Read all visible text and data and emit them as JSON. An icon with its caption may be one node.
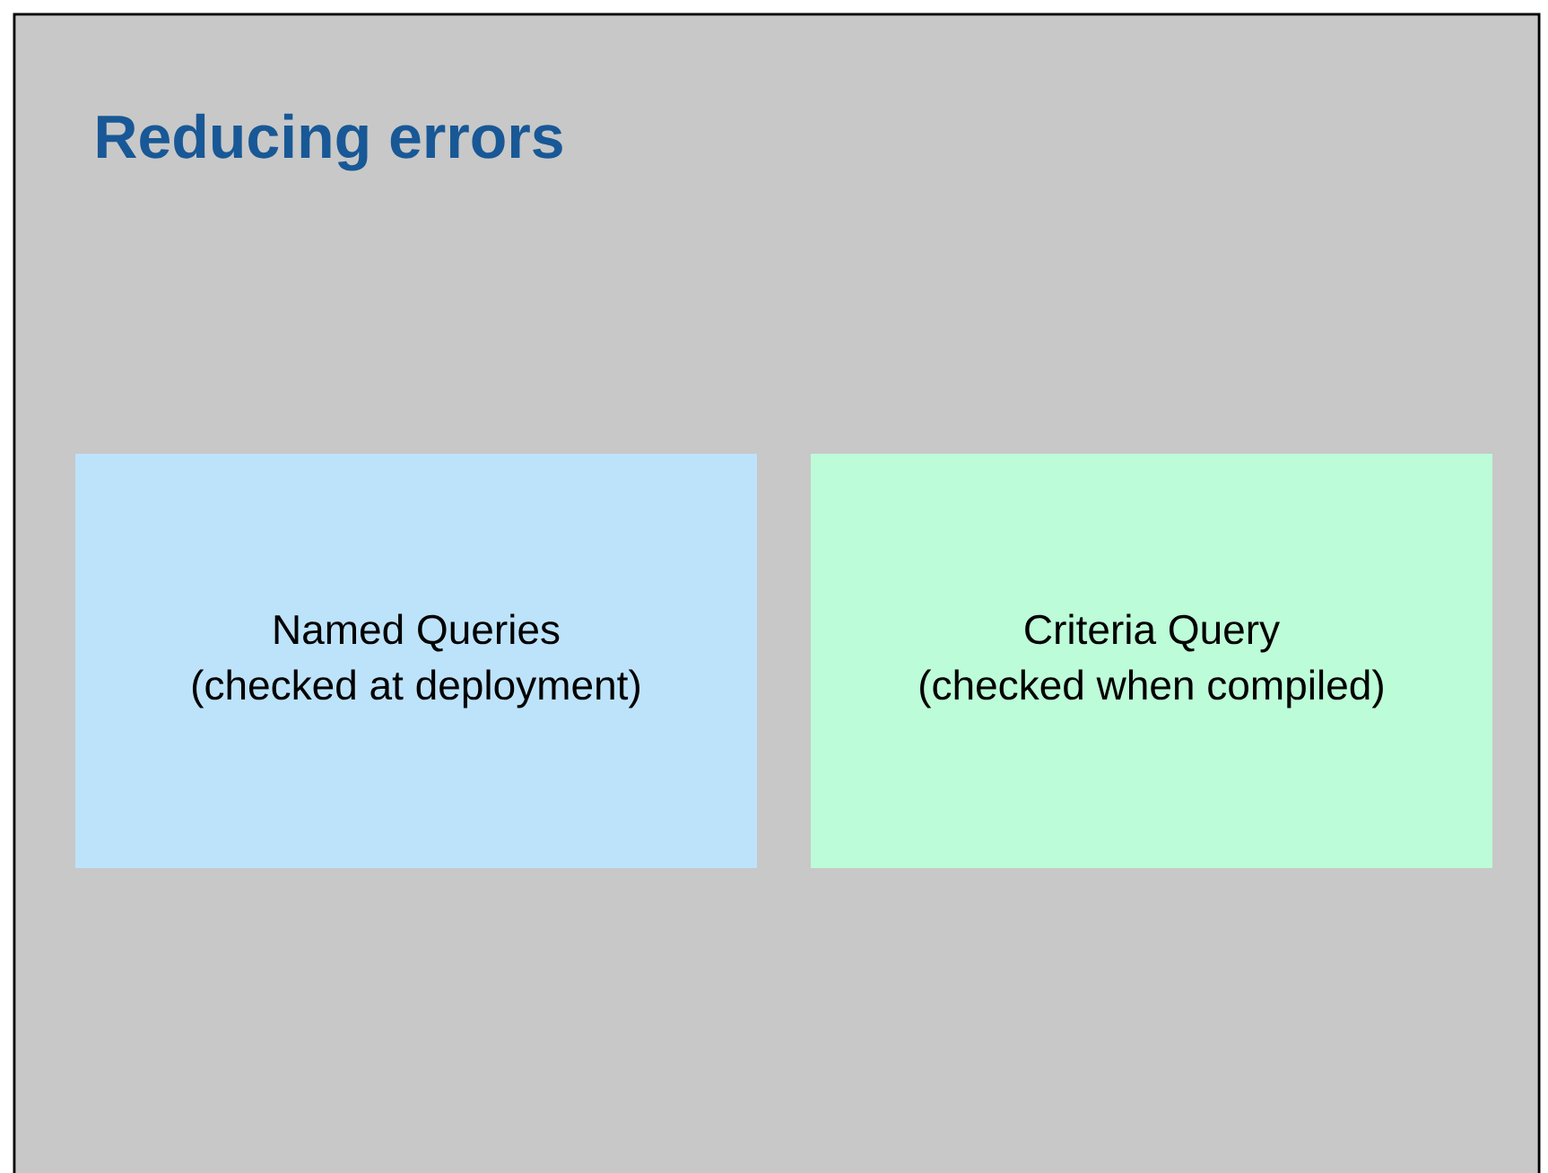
{
  "diagram": {
    "title": "Reducing errors",
    "nodes": [
      {
        "text": [
          "Named Queries",
          "(checked at deployment)"
        ]
      },
      {
        "text": [
          "Criteria Query",
          "(checked when compiled)"
        ]
      }
    ]
  }
}
